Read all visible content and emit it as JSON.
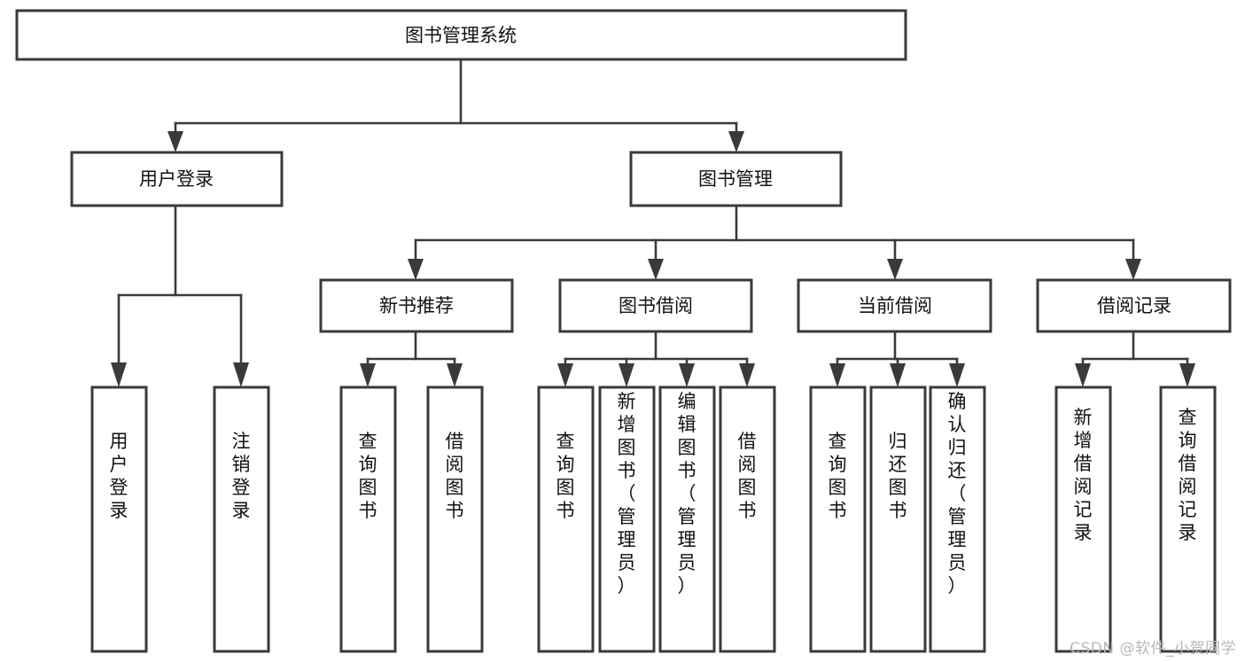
{
  "diagram": {
    "type": "tree",
    "title": "图书管理系统",
    "watermark": "CSDN @软件_小贺同学",
    "colors": {
      "box_stroke": "#3a3a3a",
      "box_fill": "#ffffff",
      "text": "#111111",
      "background": "#ffffff",
      "watermark": "#b8b8b8"
    },
    "nodes": {
      "root": {
        "label": "图书管理系统"
      },
      "level1": [
        {
          "label": "用户登录"
        },
        {
          "label": "图书管理"
        }
      ],
      "level2": [
        {
          "label": "新书推荐"
        },
        {
          "label": "图书借阅"
        },
        {
          "label": "当前借阅"
        },
        {
          "label": "借阅记录"
        }
      ],
      "leaves": {
        "user_login": [
          {
            "label": "用户登录"
          },
          {
            "label": "注销登录"
          }
        ],
        "new_book": [
          {
            "label": "查询图书"
          },
          {
            "label": "借阅图书"
          }
        ],
        "book_borrow": [
          {
            "label": "查询图书"
          },
          {
            "label": "新增图书（管理员）"
          },
          {
            "label": "编辑图书（管理员）"
          },
          {
            "label": "借阅图书"
          }
        ],
        "current_borrow": [
          {
            "label": "查询图书"
          },
          {
            "label": "归还图书"
          },
          {
            "label": "确认归还（管理员）"
          }
        ],
        "borrow_record": [
          {
            "label": "新增借阅记录"
          },
          {
            "label": "查询借阅记录"
          }
        ]
      }
    }
  }
}
